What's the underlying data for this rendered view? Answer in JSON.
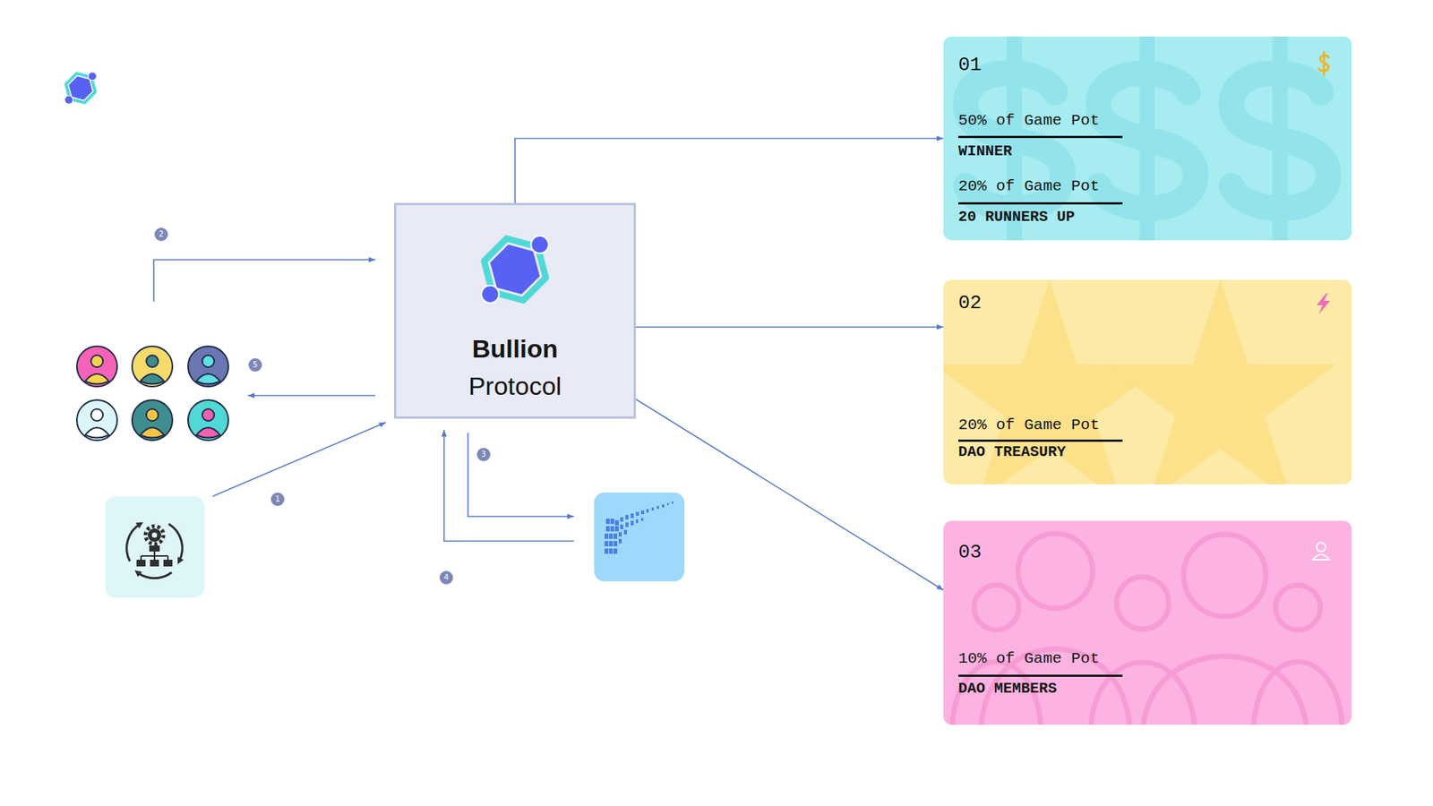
{
  "diagram": {
    "nodes": [
      {
        "text": [
          "Bullion",
          "Protocol"
        ]
      },
      {
        "text": [
          "01",
          "50% of Game Pot",
          "WINNER",
          "20% of Game Pot",
          "20 RUNNERS UP"
        ]
      },
      {
        "text": [
          "02",
          "20% of Game Pot",
          "DAO TREASURY"
        ]
      },
      {
        "text": [
          "03",
          "10% of Game Pot",
          "DAO MEMBERS"
        ]
      }
    ],
    "edges": [
      {
        "from": 0,
        "to": 1,
        "arrow": "to"
      },
      {
        "from": 0,
        "to": 2,
        "arrow": "to"
      },
      {
        "from": 0,
        "to": 3,
        "arrow": "to"
      }
    ],
    "labels": [
      "2",
      "5",
      "3",
      "1",
      "4"
    ]
  }
}
